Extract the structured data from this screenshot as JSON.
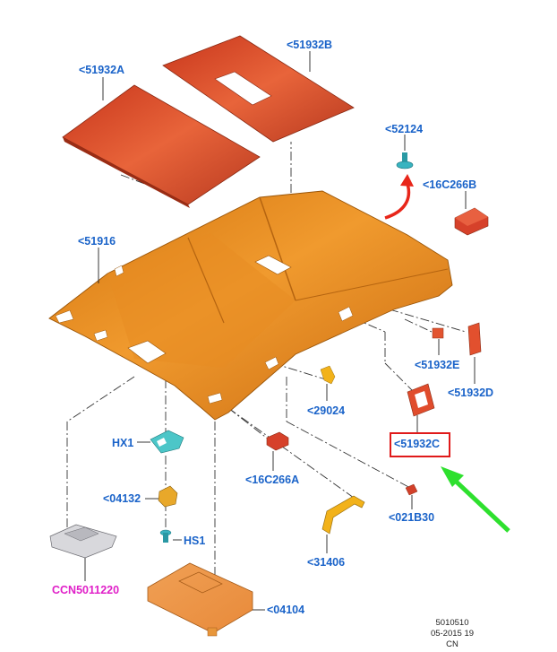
{
  "labels": {
    "p51932A": "<51932A",
    "p51932B": "<51932B",
    "p52124": "<52124",
    "p16C266B": "<16C266B",
    "p51916": "<51916",
    "p51932E": "<51932E",
    "p51932D": "<51932D",
    "p29024": "<29024",
    "p51932C": "<51932C",
    "pHX1": "HX1",
    "p16C266A": "<16C266A",
    "p04132": "<04132",
    "p021B30": "<021B30",
    "pHS1": "HS1",
    "p31406": "<31406",
    "pCCN": "CCN5011220",
    "p04104": "<04104"
  },
  "footer": {
    "ref": "5010510",
    "date": "05-2015 19",
    "region": "CN"
  },
  "colors": {
    "label_blue": "#1a63c9",
    "label_magenta": "#e020c8",
    "highlight_box": "#e01a1a",
    "arrow_green": "#2ee02e",
    "arrow_red": "#e8261a",
    "headliner": "#e07d18",
    "panels": "#e0582a"
  }
}
